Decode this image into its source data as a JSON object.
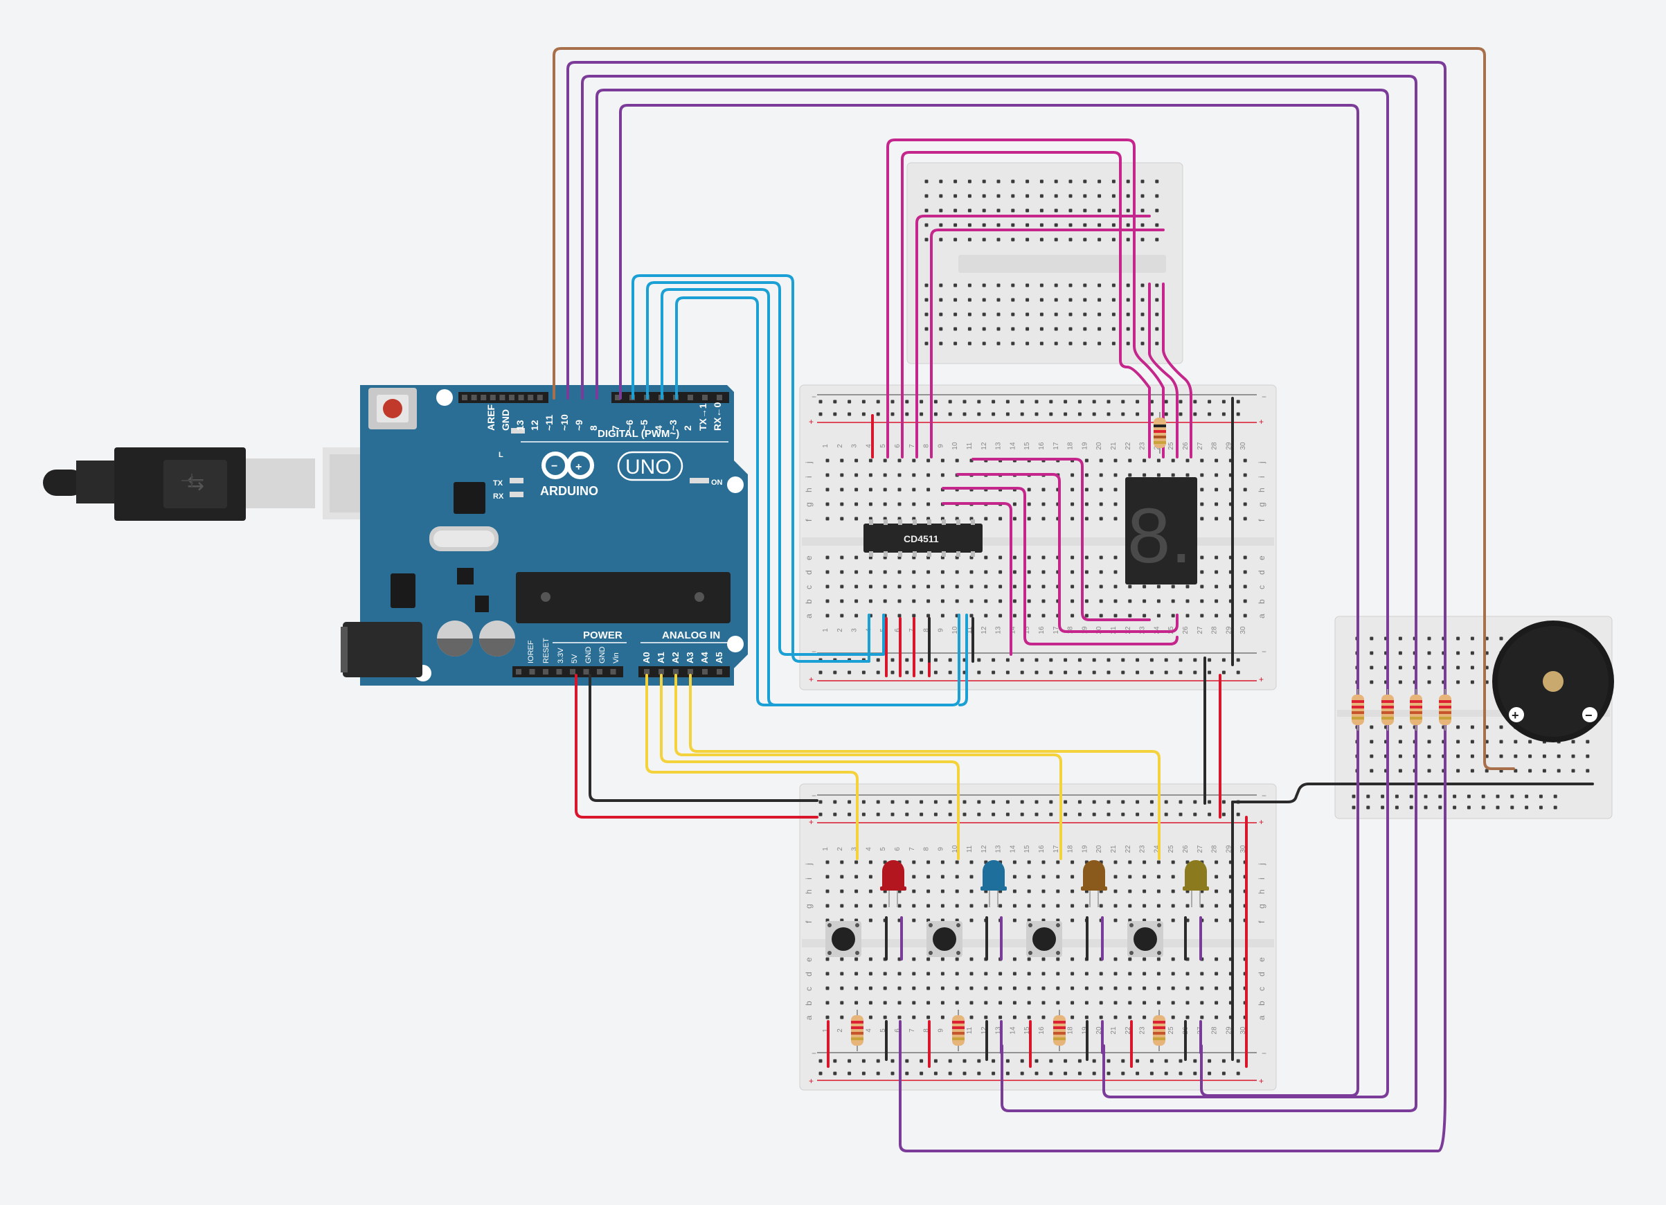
{
  "colors": {
    "background": "#f3f4f5",
    "arduino_board": "#2a6e96",
    "wire_brown": "#a8704a",
    "wire_purple": "#7b3c99",
    "wire_blue": "#1aa0d4",
    "wire_magenta": "#c4268c",
    "wire_yellow": "#f4d23c",
    "wire_red": "#d9162b",
    "wire_black": "#2b2b2b"
  },
  "arduino": {
    "header_top_labels": [
      "AREF",
      "GND",
      "13",
      "12",
      "~11",
      "~10",
      "~9",
      "8",
      "7",
      "~6",
      "~5",
      "4",
      "~3",
      "2",
      "TX→1",
      "RX←0"
    ],
    "digital_label": "DIGITAL (PWM~)",
    "brand": "ARDUINO",
    "model": "UNO",
    "led_l": "L",
    "led_tx": "TX",
    "led_rx": "RX",
    "led_on": "ON",
    "power_label": "POWER",
    "analog_label": "ANALOG IN",
    "power_pins": [
      "IOREF",
      "RESET",
      "3.3V",
      "5V",
      "GND",
      "GND",
      "Vin"
    ],
    "analog_pins": [
      "A0",
      "A1",
      "A2",
      "A3",
      "A4",
      "A5"
    ]
  },
  "chip": {
    "label": "CD4511"
  },
  "seven_segment": {
    "digit": "8."
  },
  "breadboard": {
    "row_letters_top": [
      "j",
      "i",
      "h",
      "g",
      "f"
    ],
    "row_letters_bottom": [
      "e",
      "d",
      "c",
      "b",
      "a"
    ],
    "columns": [
      "1",
      "2",
      "3",
      "4",
      "5",
      "6",
      "7",
      "8",
      "9",
      "10",
      "11",
      "12",
      "13",
      "14",
      "15",
      "16",
      "17",
      "18",
      "19",
      "20",
      "21",
      "22",
      "23",
      "24",
      "25",
      "26",
      "27",
      "28",
      "29",
      "30"
    ],
    "rail_plus": "+",
    "rail_minus": "−"
  },
  "buzzer": {
    "plus": "+",
    "minus": "−"
  },
  "leds": [
    {
      "name": "red",
      "color": "#b3161f"
    },
    {
      "name": "blue",
      "color": "#1f6f9c"
    },
    {
      "name": "orange",
      "color": "#8a5a1c"
    },
    {
      "name": "yellow",
      "color": "#8c7a1f"
    }
  ]
}
